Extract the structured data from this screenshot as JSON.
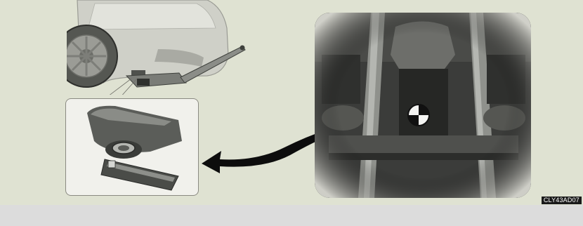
{
  "figure": {
    "reference_code": "CLY43AD07"
  },
  "icons": {
    "jack_point": "jack-point-symbol",
    "pointer": "curved-arrow-left"
  }
}
